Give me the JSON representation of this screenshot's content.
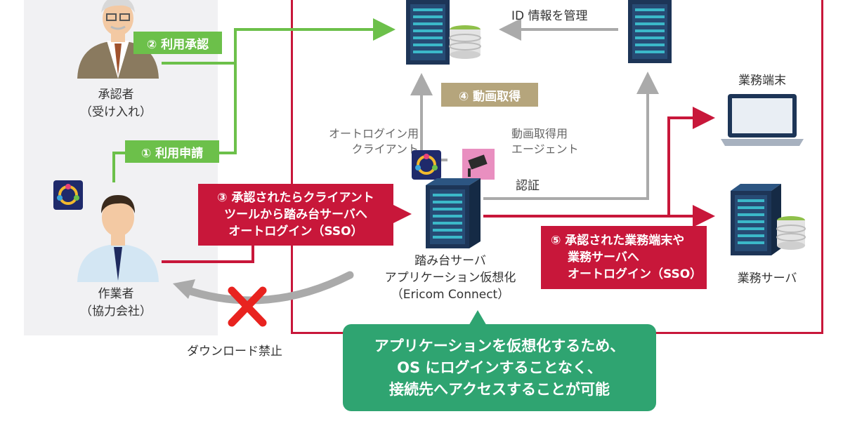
{
  "approver": {
    "title": "承認者",
    "subtitle": "（受け入れ）"
  },
  "worker": {
    "title": "作業者",
    "subtitle": "（協力会社）"
  },
  "steps": {
    "s1": "① 利用申請",
    "s2": "② 利用承認",
    "s3": [
      "③ 承認されたらクライアント",
      "ツールから踏み台サーバへ",
      "オートログイン（SSO）"
    ],
    "s4": "④ 動画取得",
    "s5": [
      "⑤ 承認された業務端末や",
      "業務サーバへ",
      "オートログイン（SSO）"
    ]
  },
  "labels": {
    "id_manage": "ID 情報を管理",
    "auto_login_client": [
      "オートログイン用",
      "クライアント"
    ],
    "video_agent": [
      "動画取得用",
      "エージェント"
    ],
    "auth": "認証",
    "download_ban": "ダウンロード禁止"
  },
  "jump_server": {
    "lines": [
      "踏み台サーバ",
      "アプリケーション仮想化",
      "（Ericom Connect）"
    ]
  },
  "business_terminal": "業務端末",
  "business_server": "業務サーバ",
  "note": [
    "アプリケーションを仮想化するため、",
    "OS にログインすることなく、",
    "接続先へアクセスすることが可能"
  ],
  "colors": {
    "green": "#6cc04a",
    "red": "#c8173a",
    "gray": "#aaaaaa",
    "tan": "#b5a57c",
    "note": "#2fa471"
  }
}
